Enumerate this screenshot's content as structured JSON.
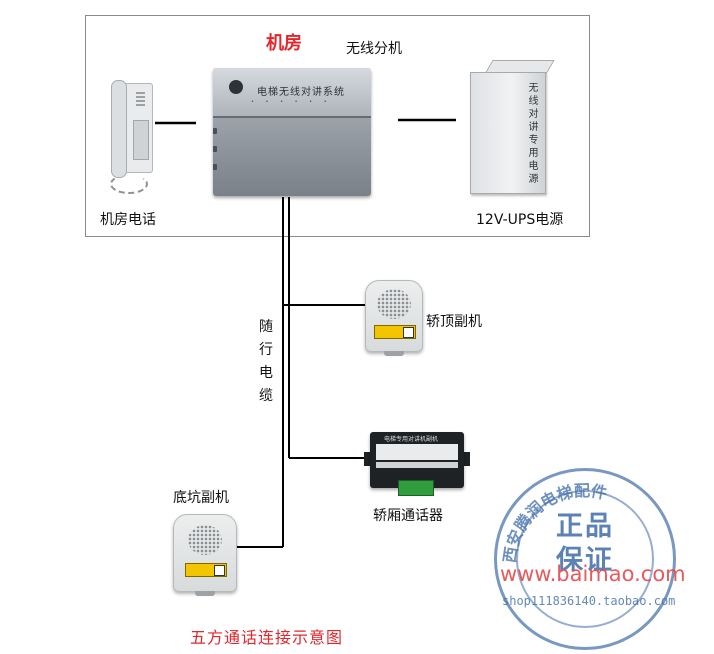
{
  "diagram": {
    "machine_room_title": "机房",
    "wireless_unit_label": "无线分机",
    "wireless_unit_face_text": "电梯无线对讲系统",
    "machine_room_phone_label": "机房电话",
    "ups_label": "12V-UPS电源",
    "ups_face_text": "无线对讲专用电源",
    "traveling_cable_label": "随行电缆",
    "car_top_label": "轿顶副机",
    "car_intercom_label": "轿厢通话器",
    "car_intercom_face_text": "电梯专用对讲机副机",
    "pit_label": "底坑副机",
    "caption": "五方通话连接示意图"
  },
  "stamp": {
    "ring_text": "西安腾润电梯配件",
    "center_top": "正品",
    "center_bottom": "保证",
    "website": "www.baimao.com",
    "shop": "shop111836140.taobao.com"
  },
  "colors": {
    "caption_red": "#e3262b",
    "stamp_blue": "#3f6ca8",
    "line": "#000000"
  }
}
